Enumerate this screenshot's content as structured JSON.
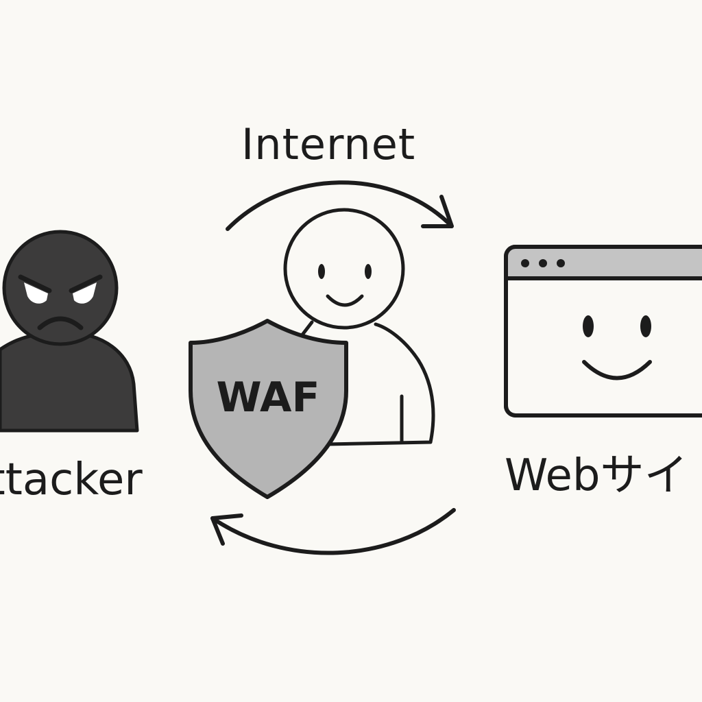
{
  "diagram": {
    "internet_label": "Internet",
    "attacker_label": "Attacker",
    "waf_label": "WAF",
    "website_label": "Webサイト"
  },
  "colors": {
    "background": "#faf9f5",
    "stroke": "#1c1c1c",
    "attacker_fill": "#3c3b3b",
    "shield_fill": "#b5b5b5",
    "browser_bar_fill": "#c4c4c4",
    "user_fill": "#faf9f5"
  },
  "icons": {
    "attacker": "angry-person-icon",
    "user": "smiling-person-icon",
    "waf": "shield-icon",
    "website": "browser-window-icon",
    "flow_top": "curved-arrow-right-icon",
    "flow_bottom": "curved-arrow-left-icon"
  }
}
